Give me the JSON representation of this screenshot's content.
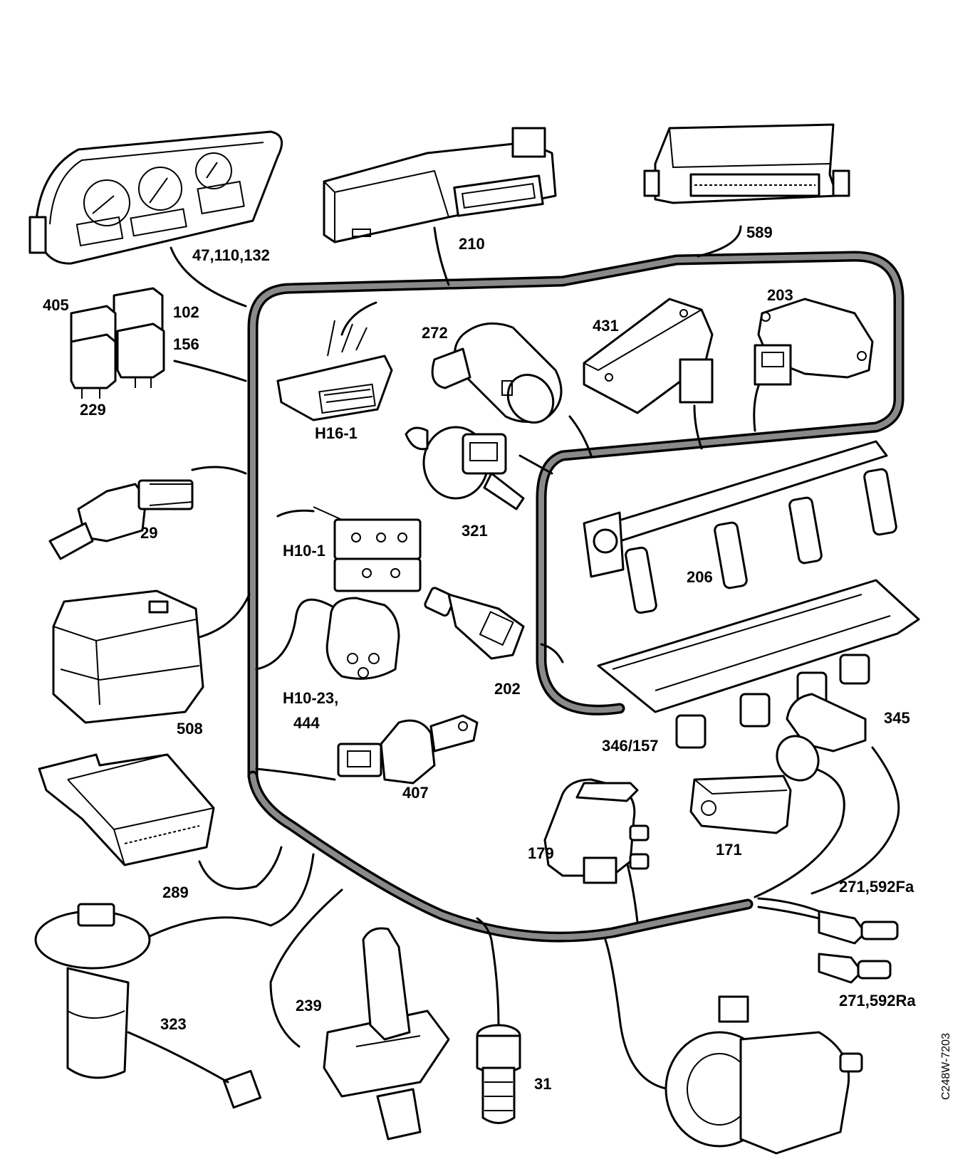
{
  "labels": {
    "instrument_cluster": "47,110,132",
    "control_unit_210": "210",
    "ecu_589": "589",
    "relay_405": "405",
    "relay_102": "102",
    "relay_156": "156",
    "relay_229": "229",
    "idle_valve_272": "272",
    "ignition_module_431": "431",
    "throttle_sensor_203": "203",
    "diag_connector_h16": "H16-1",
    "purge_valve_321": "321",
    "brake_switch_29": "29",
    "connector_h10_1": "H10-1",
    "injector_rail_206": "206",
    "module_508": "508",
    "connector_h10_23": "H10-23,",
    "connector_444": "444",
    "temp_sensor_202": "202",
    "intake_manifold": "346/157",
    "crank_sensor_345": "345",
    "temp_switch_407": "407",
    "ecu_289": "289",
    "vacuum_valve_179": "179",
    "pressure_sensor_171": "171",
    "oxygen_sensor_front": "271,592Fa",
    "oxygen_sensor_rear": "271,592Ra",
    "fuel_pump_323": "323",
    "gear_selector_239": "239",
    "pressure_switch_31": "31",
    "drawing_code": "C248W-7203"
  }
}
